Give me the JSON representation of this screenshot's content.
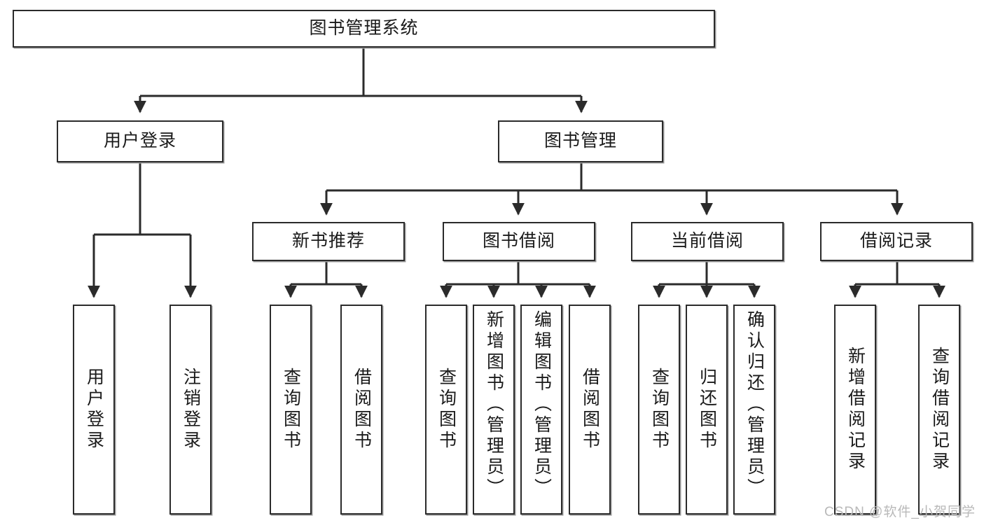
{
  "diagram": {
    "title": "图书管理系统",
    "watermark": "CSDN @软件_小贺同学",
    "line_color": "#2b2b2b",
    "box_fill": "#ffffff",
    "text_color": "#1a1a1a",
    "watermark_color": "#b9b9b9"
  },
  "nodes": {
    "root": {
      "label": "图书管理系统"
    },
    "level2": [
      {
        "id": "user-login",
        "label": "用户登录"
      },
      {
        "id": "book-manage",
        "label": "图书管理"
      }
    ],
    "level3": [
      {
        "id": "new-book-recommend",
        "label": "新书推荐"
      },
      {
        "id": "book-borrow",
        "label": "图书借阅"
      },
      {
        "id": "current-borrow",
        "label": "当前借阅"
      },
      {
        "id": "borrow-record",
        "label": "借阅记录"
      }
    ],
    "leaves": [
      {
        "id": "leaf-user-login",
        "label": "用户登录",
        "parent": "user-login"
      },
      {
        "id": "leaf-logout-login",
        "label": "注销登录",
        "parent": "user-login"
      },
      {
        "id": "leaf-query-book-1",
        "label": "查询图书",
        "parent": "new-book-recommend"
      },
      {
        "id": "leaf-borrow-book-1",
        "label": "借阅图书",
        "parent": "new-book-recommend"
      },
      {
        "id": "leaf-query-book-2",
        "label": "查询图书",
        "parent": "book-borrow"
      },
      {
        "id": "leaf-add-book",
        "label": "新增图书（管理员）",
        "parent": "book-borrow"
      },
      {
        "id": "leaf-edit-book",
        "label": "编辑图书（管理员）",
        "parent": "book-borrow"
      },
      {
        "id": "leaf-borrow-book-2",
        "label": "借阅图书",
        "parent": "book-borrow"
      },
      {
        "id": "leaf-query-book-3",
        "label": "查询图书",
        "parent": "current-borrow"
      },
      {
        "id": "leaf-return-book",
        "label": "归还图书",
        "parent": "current-borrow"
      },
      {
        "id": "leaf-confirm-return",
        "label": "确认归还（管理员）",
        "parent": "current-borrow"
      },
      {
        "id": "leaf-add-record",
        "label": "新增借阅记录",
        "parent": "borrow-record"
      },
      {
        "id": "leaf-query-record",
        "label": "查询借阅记录",
        "parent": "borrow-record"
      }
    ]
  }
}
